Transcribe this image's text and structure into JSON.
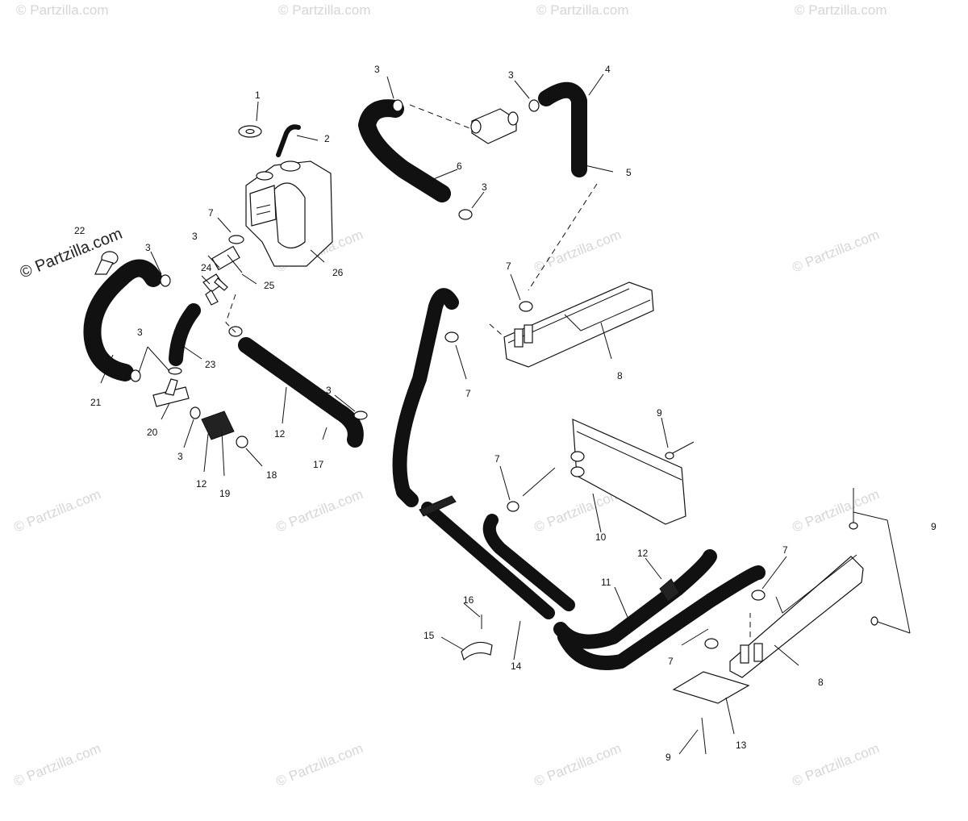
{
  "watermark": {
    "main_text": "© Partzilla.com",
    "repeat_text": "© Partzilla.com"
  },
  "callouts": {
    "c1": "1",
    "c2": "2",
    "c3a": "3",
    "c3b": "3",
    "c3c": "3",
    "c3d": "3",
    "c3e": "3",
    "c3f": "3",
    "c3g": "3",
    "c3h": "3",
    "c4": "4",
    "c5": "5",
    "c6": "6",
    "c7a": "7",
    "c7b": "7",
    "c7c": "7",
    "c7d": "7",
    "c7e": "7",
    "c7f": "7",
    "c8a": "8",
    "c8b": "8",
    "c9a": "9",
    "c9b": "9",
    "c9c": "9",
    "c10": "10",
    "c11": "11",
    "c12a": "12",
    "c12b": "12",
    "c12c": "12",
    "c13": "13",
    "c14": "14",
    "c15": "15",
    "c16": "16",
    "c17": "17",
    "c18": "18",
    "c19": "19",
    "c20": "20",
    "c21": "21",
    "c22": "22",
    "c23": "23",
    "c24": "24",
    "c25": "25",
    "c26": "26"
  },
  "colors": {
    "line": "#111111",
    "watermark": "#d6d6d6",
    "background": "#ffffff"
  }
}
